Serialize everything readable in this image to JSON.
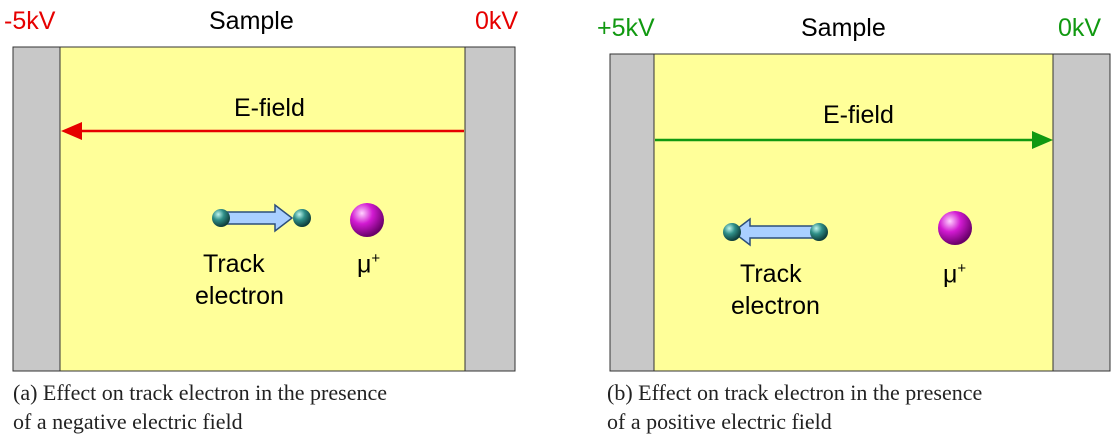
{
  "panels": [
    {
      "id": "a",
      "left_voltage": "-5kV",
      "right_voltage": "0kV",
      "sample_label": "Sample",
      "field_label": "E-field",
      "particle_label": "μ",
      "particle_charge": "+",
      "electron_label_line1": "Track",
      "electron_label_line2": "electron",
      "field_direction": "left",
      "electron_motion": "right",
      "voltage_color": "#e60000",
      "arrow_color": "#e60000",
      "caption_line1": "(a) Effect on track electron in the presence",
      "caption_line2": "of a negative electric field"
    },
    {
      "id": "b",
      "left_voltage": "+5kV",
      "right_voltage": "0kV",
      "sample_label": "Sample",
      "field_label": "E-field",
      "particle_label": "μ",
      "particle_charge": "+",
      "electron_label_line1": "Track",
      "electron_label_line2": "electron",
      "field_direction": "right",
      "electron_motion": "left",
      "voltage_color": "#119911",
      "arrow_color": "#119911",
      "caption_line1": "(b) Effect on track electron in the presence",
      "caption_line2": "of a positive electric field"
    }
  ],
  "colors": {
    "sample_fill": "#ffff99",
    "electrode_fill": "#c8c8c8",
    "motion_arrow_fill": "#a9cfff",
    "electron_color": "#1f6f6a",
    "muon_color": "#cc00cc"
  }
}
